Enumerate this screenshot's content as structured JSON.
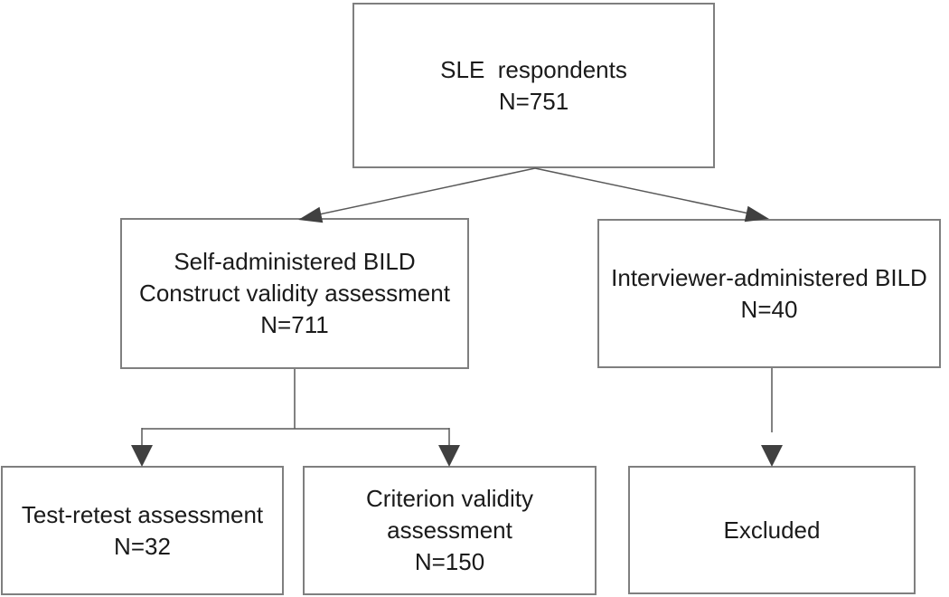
{
  "colors": {
    "background": "#ffffff",
    "box_border": "#7f7f7f",
    "box_fill": "#ffffff",
    "connector": "#595959",
    "arrowhead": "#404040",
    "text": "#1a1a1a"
  },
  "nodes": {
    "sle_respondents": {
      "lines": [
        "SLE  respondents",
        "N=751"
      ]
    },
    "self_administered": {
      "lines": [
        "Self-administered BILD",
        "Construct validity assessment",
        "N=711"
      ]
    },
    "interviewer_administered": {
      "lines": [
        "Interviewer-administered BILD",
        "N=40"
      ]
    },
    "test_retest": {
      "lines": [
        "Test-retest assessment",
        "N=32"
      ]
    },
    "criterion_validity": {
      "lines": [
        "Criterion validity",
        "assessment",
        "N=150"
      ]
    },
    "excluded": {
      "lines": [
        "Excluded"
      ]
    }
  }
}
